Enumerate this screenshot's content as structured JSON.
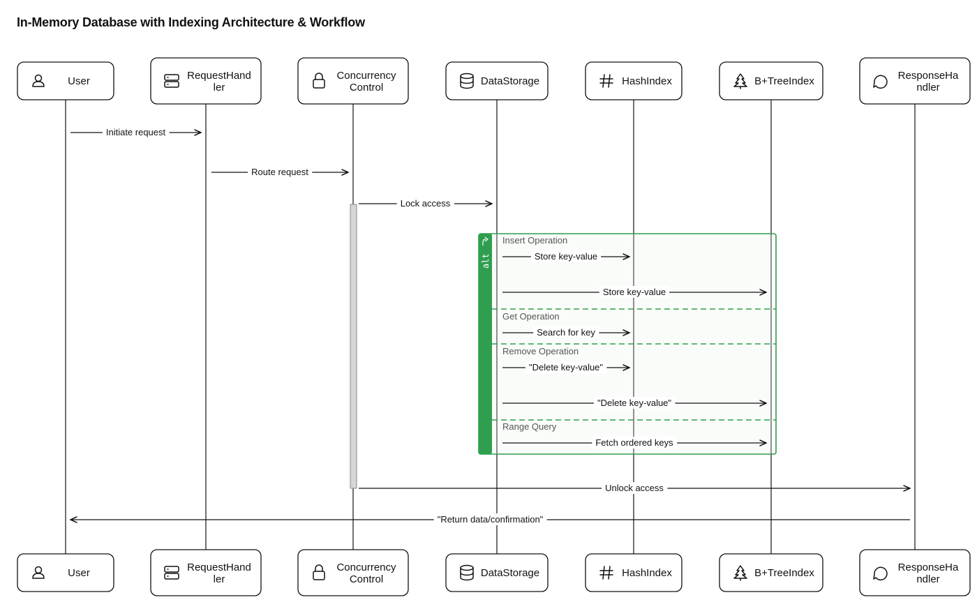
{
  "title": "In-Memory Database with Indexing Architecture & Workflow",
  "participants": [
    {
      "id": "user",
      "label_lines": [
        "User"
      ],
      "icon": "user-icon"
    },
    {
      "id": "request-handler",
      "label_lines": [
        "RequestHand",
        "ler"
      ],
      "icon": "server-icon"
    },
    {
      "id": "concurrency-control",
      "label_lines": [
        "Concurrency",
        "Control"
      ],
      "icon": "lock-icon"
    },
    {
      "id": "data-storage",
      "label_lines": [
        "DataStorage"
      ],
      "icon": "database-icon"
    },
    {
      "id": "hash-index",
      "label_lines": [
        "HashIndex"
      ],
      "icon": "hash-icon"
    },
    {
      "id": "btree-index",
      "label_lines": [
        "B+TreeIndex"
      ],
      "icon": "tree-icon"
    },
    {
      "id": "response-handler",
      "label_lines": [
        "ResponseHa",
        "ndler"
      ],
      "icon": "chat-bubble-icon"
    }
  ],
  "top_label_overrides": {
    "request-handler": [
      "RequestHand",
      "ler"
    ],
    "response-handler": [
      "ResponseHa",
      "ndler"
    ]
  },
  "top_labels": {
    "user": [
      "User"
    ],
    "request-handler": [
      "RequestHand",
      "ler"
    ],
    "concurrency-control": [
      "Concurrency",
      "Control"
    ],
    "data-storage": [
      "DataStorage"
    ],
    "hash-index": [
      "HashIndex"
    ],
    "btree-index": [
      "B+TreeIndex"
    ],
    "response-handler": [
      "ResponseHa",
      "ndler"
    ]
  },
  "bottom_labels": {
    "user": [
      "User"
    ],
    "request-handler": [
      "RequestHand",
      "ler"
    ],
    "concurrency-control": [
      "Concurrency",
      "Control"
    ],
    "data-storage": [
      "DataStorage"
    ],
    "hash-index": [
      "HashIndex"
    ],
    "btree-index": [
      "B+TreeIndex"
    ],
    "response-handler": [
      "ResponseHa",
      "ndler"
    ]
  },
  "messages": [
    {
      "from": "user",
      "to": "request-handler",
      "label": "Initiate request"
    },
    {
      "from": "request-handler",
      "to": "concurrency-control",
      "label": "Route request"
    },
    {
      "from": "concurrency-control",
      "to": "data-storage",
      "label": "Lock access"
    },
    {
      "from": "data-storage",
      "to": "hash-index",
      "label": "Store key-value"
    },
    {
      "from": "data-storage",
      "to": "btree-index",
      "label": "Store key-value"
    },
    {
      "from": "data-storage",
      "to": "hash-index",
      "label": "Search for key"
    },
    {
      "from": "data-storage",
      "to": "hash-index",
      "label": "\"Delete key-value\""
    },
    {
      "from": "data-storage",
      "to": "btree-index",
      "label": "\"Delete key-value\""
    },
    {
      "from": "data-storage",
      "to": "btree-index",
      "label": "Fetch ordered keys"
    },
    {
      "from": "concurrency-control",
      "to": "response-handler",
      "label": "Unlock access"
    },
    {
      "from": "response-handler",
      "to": "user",
      "label": "\"Return data/confirmation\""
    }
  ],
  "alt_frame": {
    "tag": "alt",
    "sections": [
      "Insert Operation",
      "Get Operation",
      "Remove Operation",
      "Range Query"
    ],
    "color": "#2f9e4f"
  }
}
